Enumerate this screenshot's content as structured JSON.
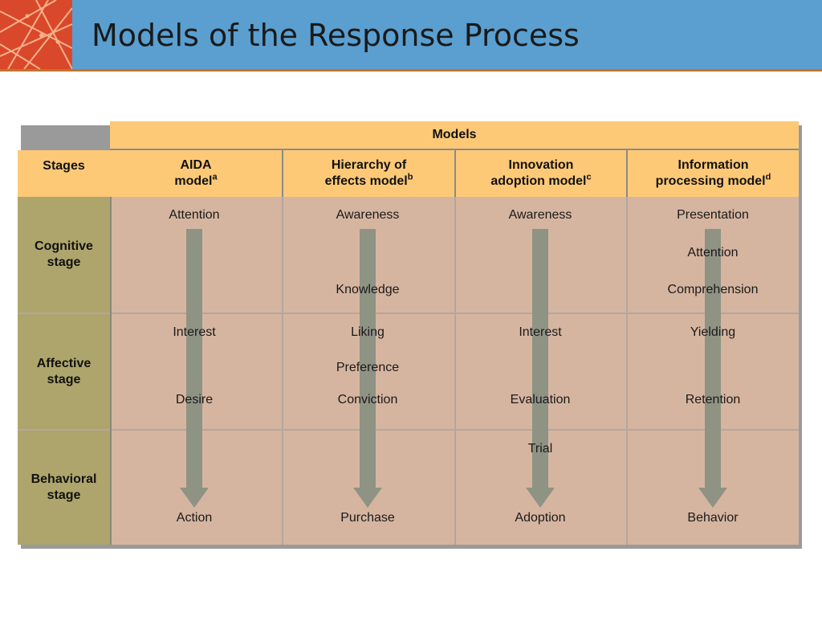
{
  "slide": {
    "title": "Models of the Response Process"
  },
  "table": {
    "models_header": "Models",
    "stages_header": "Stages",
    "stages": [
      {
        "line1": "Cognitive",
        "line2": "stage"
      },
      {
        "line1": "Affective",
        "line2": "stage"
      },
      {
        "line1": "Behavioral",
        "line2": "stage"
      }
    ],
    "models": [
      {
        "line1": "AIDA",
        "line2": "model",
        "note": "a",
        "steps": {
          "s1": "Attention",
          "s2": "Interest",
          "s3": "Desire",
          "s4": "Action"
        }
      },
      {
        "line1": "Hierarchy of",
        "line2": "effects model",
        "note": "b",
        "steps": {
          "s1": "Awareness",
          "s2": "Knowledge",
          "s3": "Liking",
          "s4": "Preference",
          "s5": "Conviction",
          "s6": "Purchase"
        }
      },
      {
        "line1": "Innovation",
        "line2": "adoption model",
        "note": "c",
        "steps": {
          "s1": "Awareness",
          "s2": "Interest",
          "s3": "Evaluation",
          "s4": "Trial",
          "s5": "Adoption"
        }
      },
      {
        "line1": "Information",
        "line2": "processing model",
        "note": "d",
        "steps": {
          "s1": "Presentation",
          "s2": "Attention",
          "s3": "Comprehension",
          "s4": "Yielding",
          "s5": "Retention",
          "s6": "Behavior"
        }
      }
    ]
  },
  "colors": {
    "title_bar": "#5a9fd0",
    "header": "#fec977",
    "stage_column": "#aea56c",
    "body": "#d6b5a0",
    "arrow": "#8f9384"
  }
}
